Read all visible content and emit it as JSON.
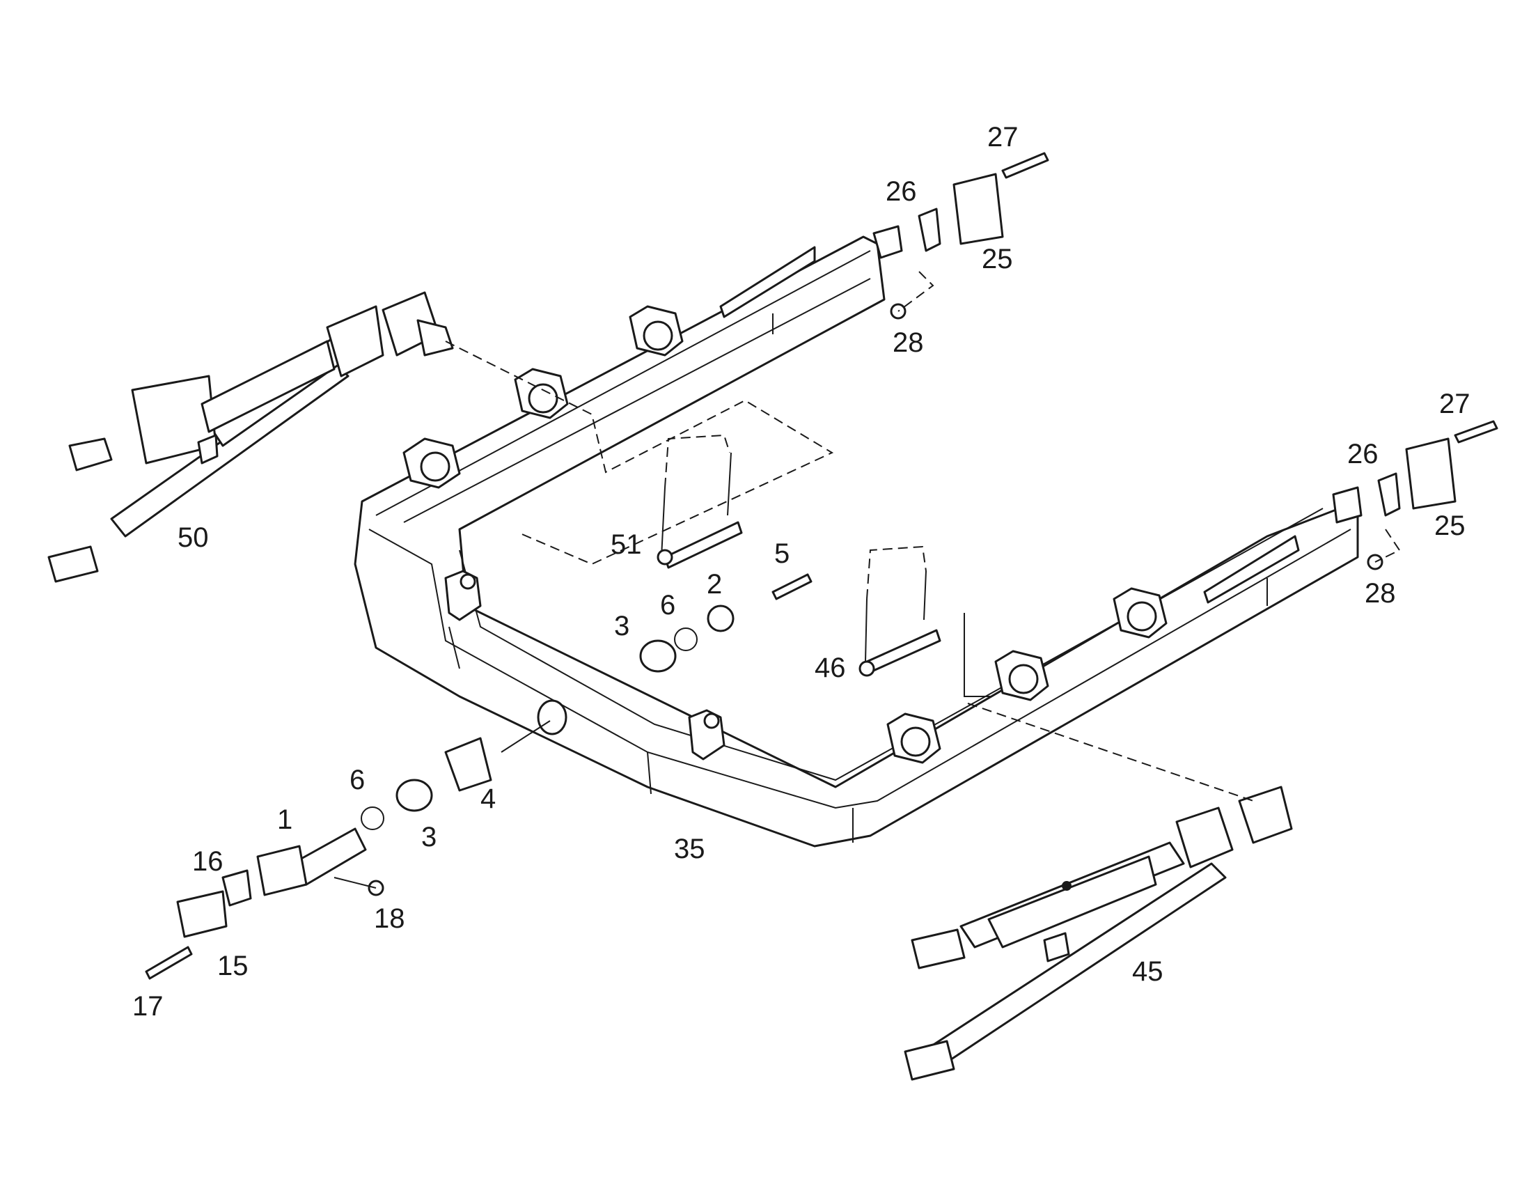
{
  "diagram": {
    "callouts": [
      {
        "id": "c1",
        "label": "1"
      },
      {
        "id": "c2",
        "label": "2"
      },
      {
        "id": "c3a",
        "label": "3"
      },
      {
        "id": "c3b",
        "label": "3"
      },
      {
        "id": "c4",
        "label": "4"
      },
      {
        "id": "c5",
        "label": "5"
      },
      {
        "id": "c6a",
        "label": "6"
      },
      {
        "id": "c6b",
        "label": "6"
      },
      {
        "id": "c15",
        "label": "15"
      },
      {
        "id": "c16",
        "label": "16"
      },
      {
        "id": "c17",
        "label": "17"
      },
      {
        "id": "c18",
        "label": "18"
      },
      {
        "id": "c25a",
        "label": "25"
      },
      {
        "id": "c25b",
        "label": "25"
      },
      {
        "id": "c26a",
        "label": "26"
      },
      {
        "id": "c26b",
        "label": "26"
      },
      {
        "id": "c27a",
        "label": "27"
      },
      {
        "id": "c27b",
        "label": "27"
      },
      {
        "id": "c28a",
        "label": "28"
      },
      {
        "id": "c28b",
        "label": "28"
      },
      {
        "id": "c35",
        "label": "35"
      },
      {
        "id": "c45",
        "label": "45"
      },
      {
        "id": "c46",
        "label": "46"
      },
      {
        "id": "c50",
        "label": "50"
      },
      {
        "id": "c51",
        "label": "51"
      }
    ]
  }
}
